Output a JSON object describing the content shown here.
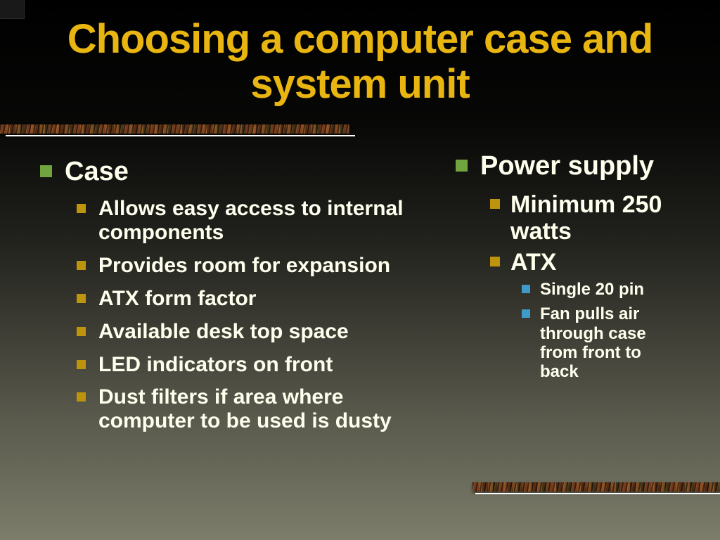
{
  "title": "Choosing a computer case and system unit",
  "colors": {
    "title": "#E8B511",
    "text": "#FFFFEE",
    "bullet_level1": "#71A33E",
    "bullet_level2": "#BD940B",
    "bullet_level3": "#3E9BC8",
    "divider_white": "#FFFFFF"
  },
  "left_column": {
    "heading": "Case",
    "items": [
      {
        "text": "Allows easy access to internal  components",
        "level": 2
      },
      {
        "text": "Provides room for expansion",
        "level": 2
      },
      {
        "text": "ATX form factor",
        "level": 2
      },
      {
        "text": "Available desk top space",
        "level": 2
      },
      {
        "text": "LED indicators on front",
        "level": 2
      },
      {
        "text": "Dust filters if area where computer to be used is dusty",
        "level": 2
      }
    ]
  },
  "right_column": {
    "heading": "Power supply",
    "items": [
      {
        "text": "Minimum 250 watts",
        "level": 2
      },
      {
        "text": "ATX",
        "level": 2
      },
      {
        "text": "Single 20 pin",
        "level": 3
      },
      {
        "text": "Fan pulls air through case from front to back",
        "level": 3
      }
    ]
  }
}
